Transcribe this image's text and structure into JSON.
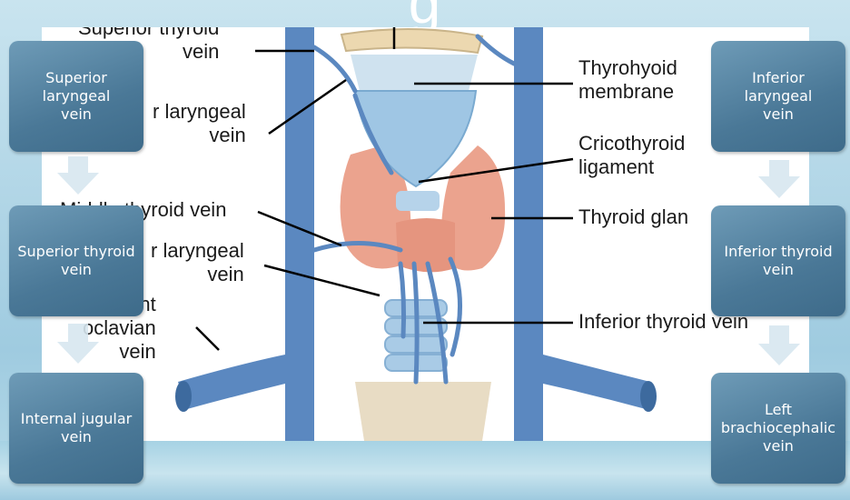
{
  "diagram_labels": {
    "superior_thyroid_vein": "Superior thyroid\nvein",
    "superior_laryngeal_vein": "r laryngeal\nvein",
    "middle_thyroid_vein": "Middle thyroid vein",
    "inferior_laryngeal_vein": "r laryngeal\nvein",
    "right_subclavian_vein": "ght\noclavian\nvein",
    "thyrohyoid_membrane": "Thyrohyoid\nmembrane",
    "cricothyroid_ligament": "Cricothyroid\nligament",
    "thyroid_gland": "Thyroid glan",
    "inferior_thyroid_vein": "Inferior thyroid vein"
  },
  "flow_left": {
    "box1": "Superior laryngeal\nvein",
    "box2": "Superior thyroid vein",
    "box3": "Internal jugular vein"
  },
  "flow_right": {
    "box1": "Inferior laryngeal\nvein",
    "box2": "Inferior thyroid\nvein",
    "box3": "Left brachiocephalic vein"
  },
  "colors": {
    "vein": "#5b88c0",
    "thyroid": "#eba38e",
    "cartilage": "#a9cbe6",
    "box": "#4a7897"
  }
}
